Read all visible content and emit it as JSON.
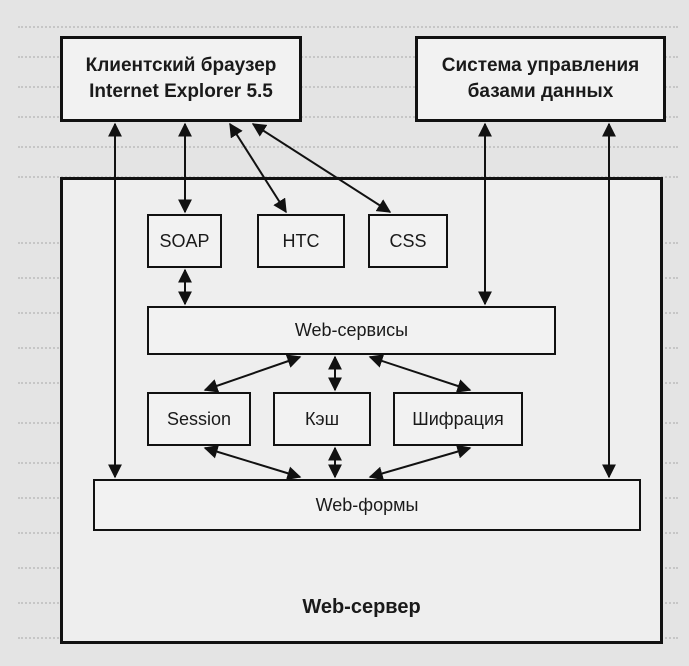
{
  "client": {
    "line1": "Клиентский браузер",
    "line2": "Internet Explorer 5.5"
  },
  "dbms": {
    "line1": "Система управления",
    "line2": "базами данных"
  },
  "server_label": "Web-сервер",
  "soap": "SOAP",
  "htc": "HTC",
  "css": "CSS",
  "web_services": "Web-сервисы",
  "session": "Session",
  "cache": "Кэш",
  "encryption": "Шифрация",
  "web_forms": "Web-формы"
}
